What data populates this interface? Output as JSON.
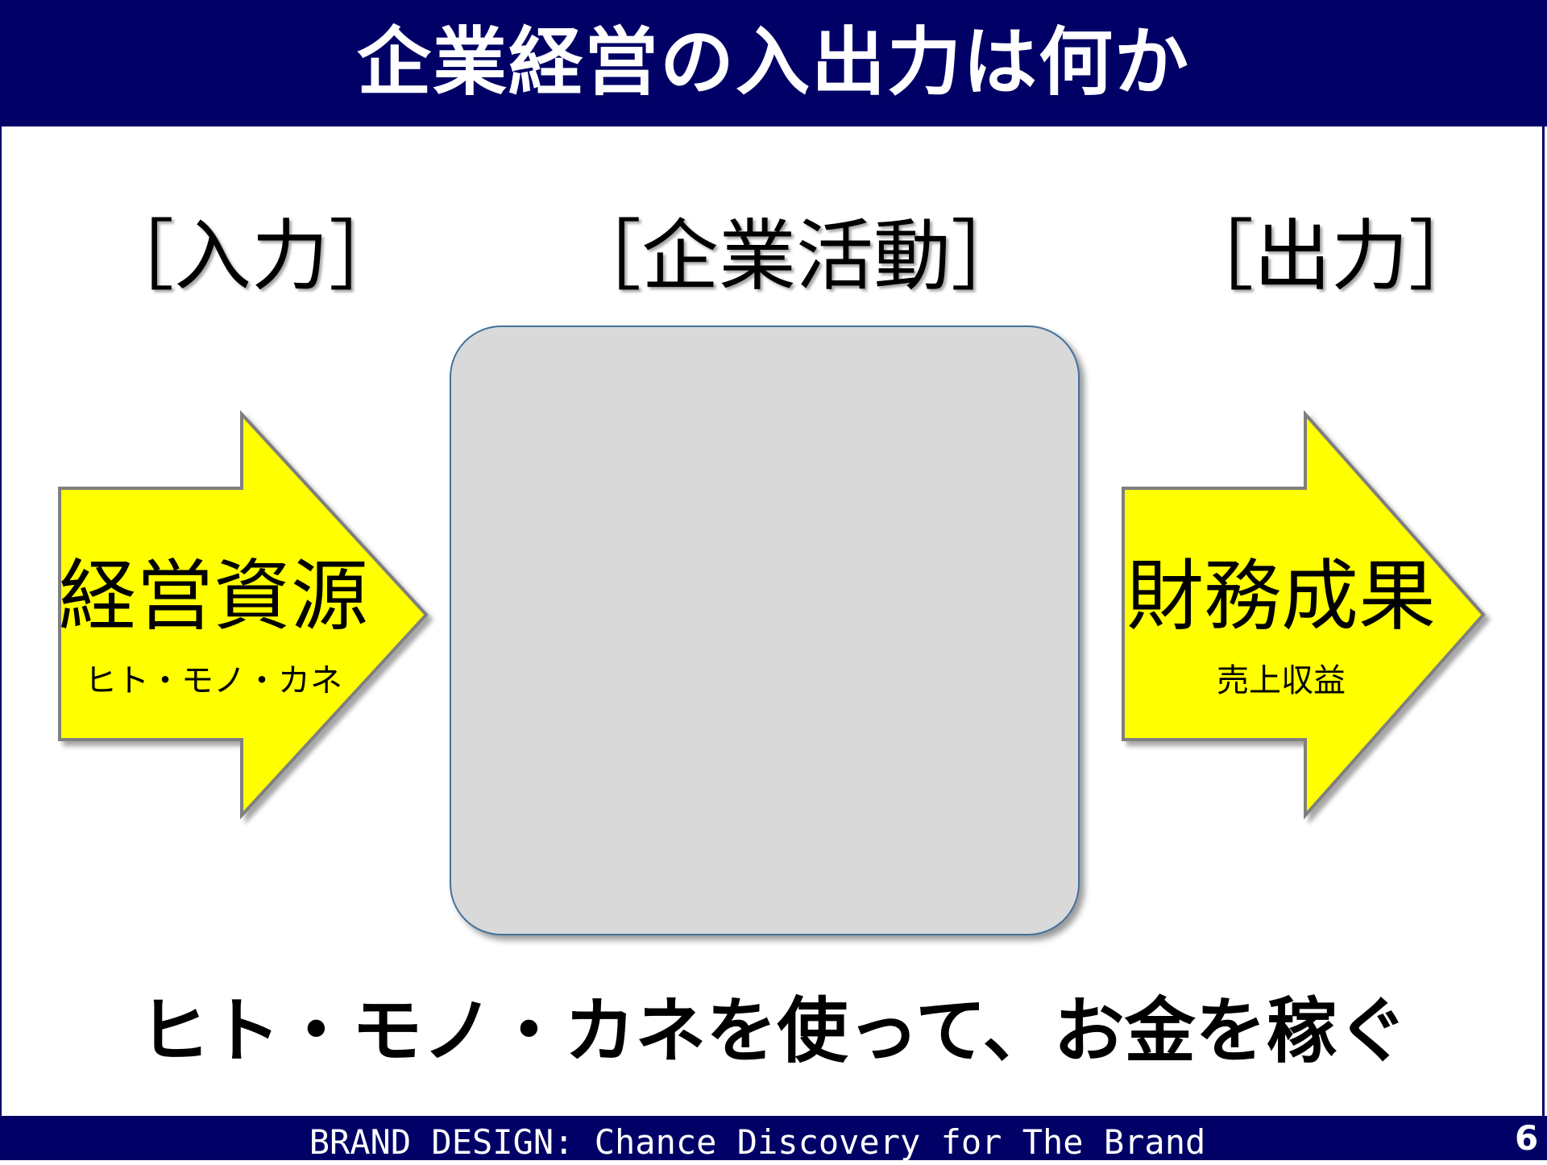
{
  "header": {
    "title": "企業経営の入出力は何か"
  },
  "sections": {
    "input_label": "［入力］",
    "activity_label": "［企業活動］",
    "output_label": "［出力］"
  },
  "input_arrow": {
    "title": "経営資源",
    "subtitle": "ヒト・モノ・カネ"
  },
  "output_arrow": {
    "title": "財務成果",
    "subtitle": "売上収益"
  },
  "tagline": "ヒト・モノ・カネを使って、お金を稼ぐ",
  "footer": {
    "text": "BRAND DESIGN: Chance Discovery for The Brand",
    "page_number": "6"
  },
  "colors": {
    "header_bg": "#000066",
    "arrow_fill": "#ffff00",
    "arrow_stroke": "#7f7f7f",
    "box_fill": "#d9d9d9",
    "box_stroke": "#41719c"
  }
}
